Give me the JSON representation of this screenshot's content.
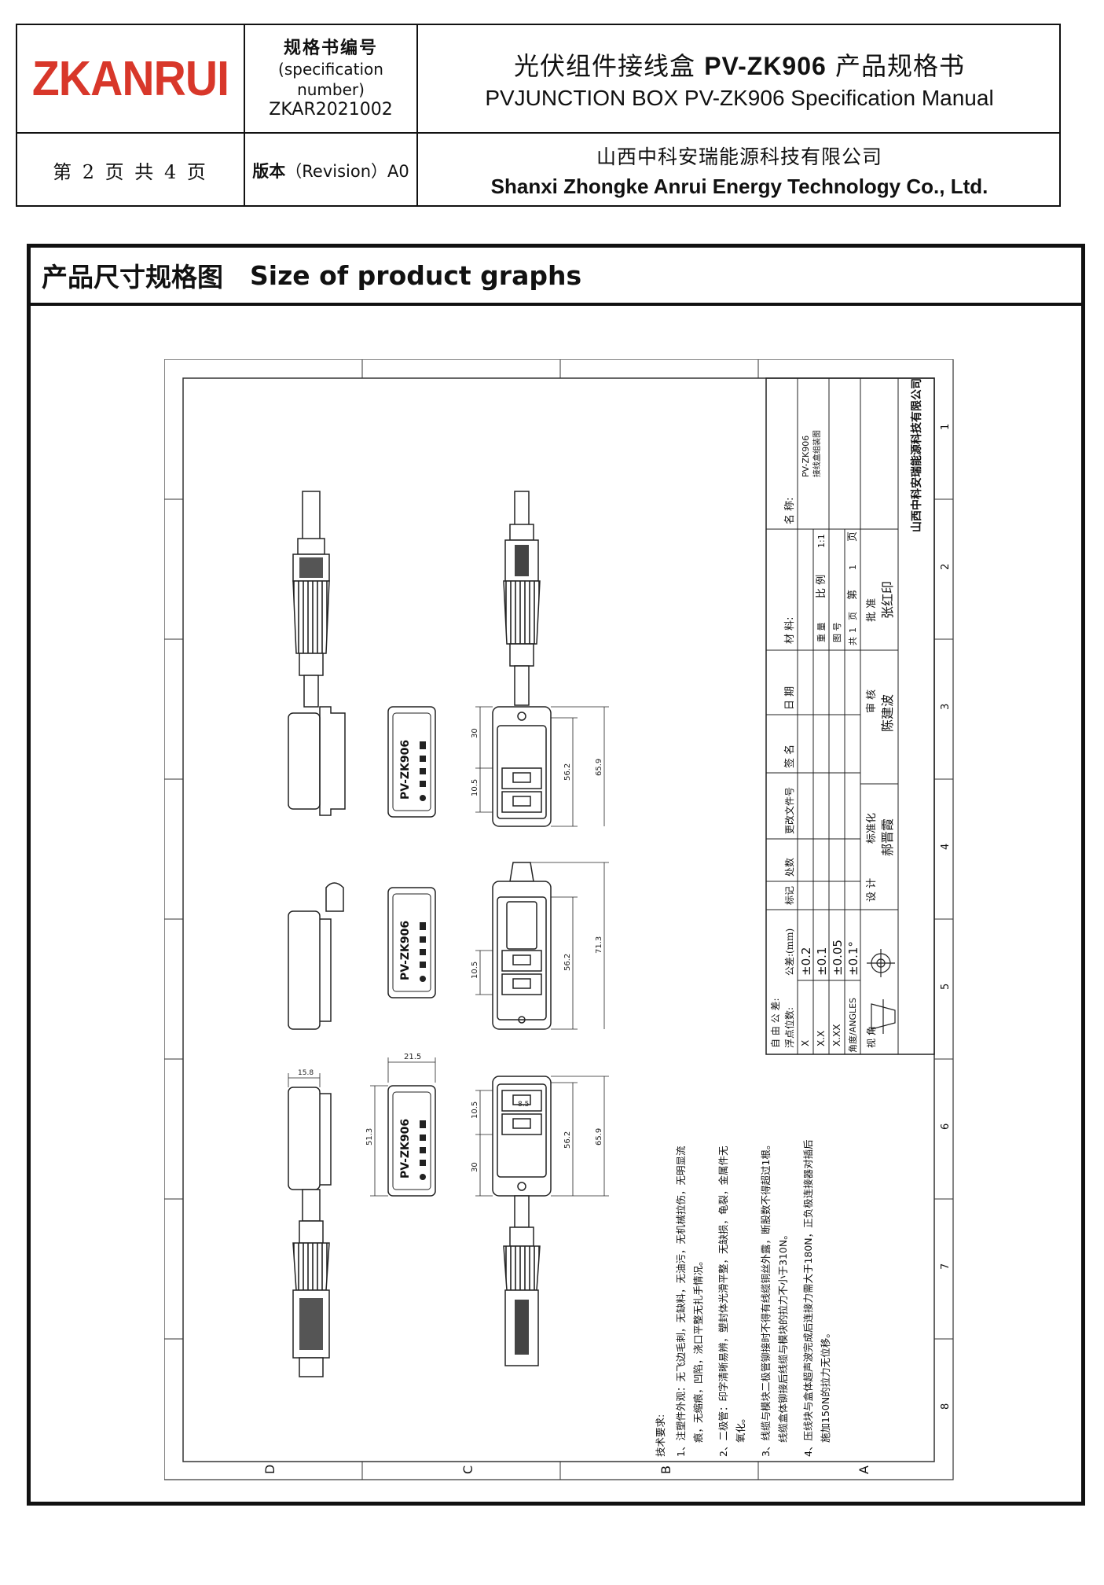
{
  "header": {
    "logo": "ZKANRUI",
    "spec_cn": "规格书编号",
    "spec_en_1": "(specification",
    "spec_en_2": "number)",
    "spec_number": "ZKAR2021002",
    "title_cn_prefix": "光伏组件接线盒",
    "title_model": "PV-ZK906",
    "title_cn_suffix": "产品规格书",
    "title_en": "PVJUNCTION BOX PV-ZK906 Specification Manual",
    "page_info": "第 2 页 共 4 页",
    "revision_cn": "版本",
    "revision_en": "（Revision）A0",
    "company_cn": "山西中科安瑞能源科技有限公司",
    "company_en": "Shanxi Zhongke Anrui Energy Technology Co., Ltd."
  },
  "section": {
    "title_cn": "产品尺寸规格图",
    "title_en": "Size of product graphs"
  },
  "drawing": {
    "grid_letters_bottom": [
      "D",
      "C",
      "B",
      "A"
    ],
    "grid_numbers_right": [
      "1",
      "2",
      "3",
      "4",
      "5",
      "6",
      "7",
      "8"
    ],
    "label_plate": "PV-ZK906",
    "dimensions": {
      "d30_a": "30",
      "d10_5_a": "10.5",
      "d56_2_a": "56.2",
      "d65_9_a": "65.9",
      "d10_5_b": "10.5",
      "d56_2_b": "56.2",
      "d71_3": "71.3",
      "d15_8": "15.8",
      "d21_5": "21.5",
      "d51_3": "51.3",
      "d10_5_c": "10.5",
      "d8_5": "8.5",
      "d56_2_c": "56.2",
      "d65_9_c": "65.9",
      "d30_c": "30"
    },
    "title_block": {
      "company": "山西中科安瑞能源科技有限公司",
      "name_label": "名 称:",
      "name_value_1": "PV-ZK906",
      "name_value_2": "接线盒组装图",
      "material_label": "材 料:",
      "scale_label": "比 例",
      "scale_value": "1:1",
      "sheet_label": "第",
      "sheet_value": "1",
      "sheet_unit": "页",
      "weight_label": "重 量",
      "drawing_no_label": "图 号",
      "total_label": "共",
      "total_value": "1",
      "total_unit": "页",
      "approve_label": "批 准",
      "approve_name": "张红印",
      "audit_label": "审 核",
      "audit_name": "陈建波",
      "std_label": "标准化",
      "std_name": "郝晋霞",
      "design_label": "设 计",
      "date_label": "日 期",
      "sign_label": "签 名",
      "change_label": "更改文件号",
      "count_label": "处数",
      "mark_label": "标记",
      "tol_title": "自 由 公 差:",
      "tol_col1": "浮点位数:",
      "tol_col2": "公差:(mm)",
      "tol_rows": [
        {
          "k": "X",
          "v": "±0.2"
        },
        {
          "k": "X.X",
          "v": "±0.1"
        },
        {
          "k": "X.XX",
          "v": "±0.05"
        },
        {
          "k": "角度/ANGLES",
          "v": "±0.1°"
        }
      ],
      "view_label": "视 角"
    },
    "notes": {
      "title": "技术要求:",
      "lines": [
        "1、注塑件外观：无飞边毛刺，无缺料，无油污，无机械拉伤，无明显流",
        "痕，无缩痕，凹陷，浇口平整无扎手情况。",
        "2、二极管：印字清晰易辨，塑封体光滑平整，无缺损，龟裂，金属件无",
        "氧化。",
        "3、线缆与模块二极管铆接时不得有线缆铜丝外露，断股数不得超过1根。",
        "线缆盒体铆接后线缆与模块的拉力不小于310N。",
        "4、压线块与盒体超声波完成后连接力需大于180N，正负极连接器对插后",
        "施加150N的拉力无位移。"
      ]
    }
  }
}
